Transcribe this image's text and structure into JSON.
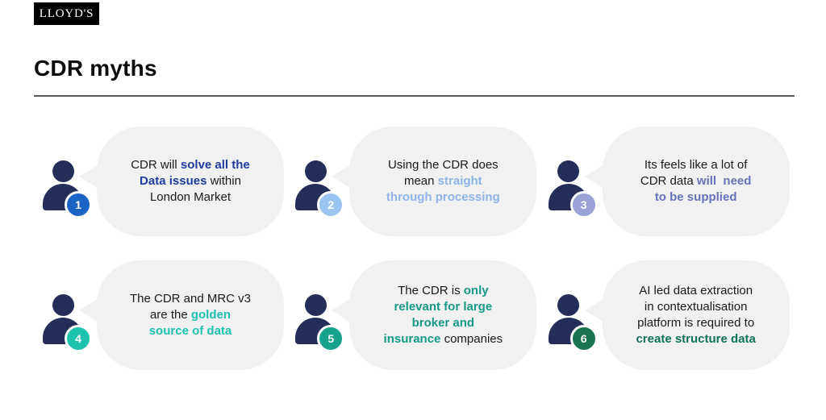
{
  "brand": {
    "logo_text": "LLOYD'S"
  },
  "header": {
    "title": "CDR myths"
  },
  "theme": {
    "person_color": "#242e59",
    "bubble_bg": "#f1f1f2",
    "divider_color": "#5a5a5a",
    "logo_bg": "#000000",
    "logo_text_color": "#ffffff"
  },
  "myths": [
    {
      "number": "1",
      "badge_color": "#1b64c6",
      "accent_color": "#1f3c9e",
      "segments": [
        {
          "text": "CDR will ",
          "emphasis": false
        },
        {
          "text": "solve all the\nData issues",
          "emphasis": true
        },
        {
          "text": " within\nLondon Market",
          "emphasis": false
        }
      ]
    },
    {
      "number": "2",
      "badge_color": "#9cc4f0",
      "accent_color": "#8fb5ea",
      "segments": [
        {
          "text": "Using the CDR does\nmean ",
          "emphasis": false
        },
        {
          "text": "straight\nthrough processing",
          "emphasis": true
        }
      ]
    },
    {
      "number": "3",
      "badge_color": "#98a2d4",
      "accent_color": "#6673ba",
      "segments": [
        {
          "text": "Its feels like a lot of\nCDR data ",
          "emphasis": false
        },
        {
          "text": "will  need\nto be supplied",
          "emphasis": true
        }
      ]
    },
    {
      "number": "4",
      "badge_color": "#1ec3ae",
      "accent_color": "#1dc1ad",
      "segments": [
        {
          "text": "The CDR and MRC v3\nare the ",
          "emphasis": false
        },
        {
          "text": "golden\nsource of data",
          "emphasis": true
        }
      ]
    },
    {
      "number": "5",
      "badge_color": "#16a28c",
      "accent_color": "#169a87",
      "segments": [
        {
          "text": "The CDR is ",
          "emphasis": false
        },
        {
          "text": "only\nrelevant for large\nbroker and\ninsurance",
          "emphasis": true
        },
        {
          "text": " companies",
          "emphasis": false
        }
      ]
    },
    {
      "number": "6",
      "badge_color": "#1b7450",
      "accent_color": "#11735c",
      "segments": [
        {
          "text": "AI led data extraction\nin contextualisation\nplatform is required to\n",
          "emphasis": false
        },
        {
          "text": "create structure data",
          "emphasis": true
        }
      ]
    }
  ]
}
